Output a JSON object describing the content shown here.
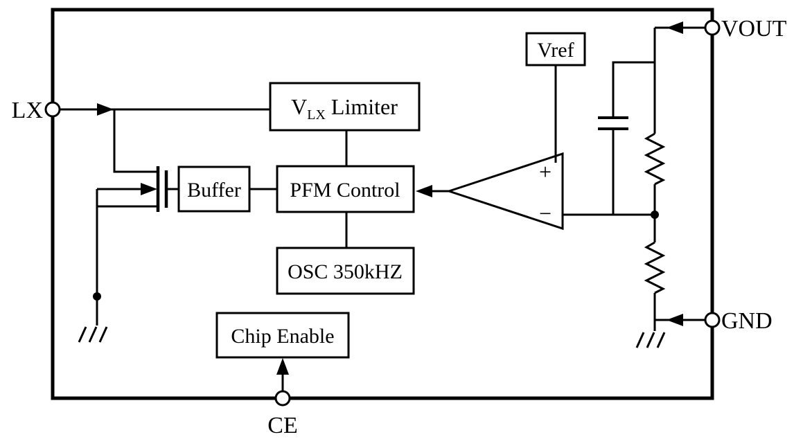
{
  "colors": {
    "stroke": "#000000",
    "background": "#ffffff"
  },
  "pins": {
    "lx": "LX",
    "vout": "VOUT",
    "gnd": "GND",
    "ce": "CE"
  },
  "blocks": {
    "vlx_limiter": {
      "v": "V",
      "sub": "LX",
      "rest": "Limiter"
    },
    "buffer": "Buffer",
    "pfm_control": "PFM Control",
    "osc": "OSC 350kHZ",
    "chip_enable": "Chip Enable",
    "vref": "Vref"
  },
  "comparator": {
    "plus": "+",
    "minus": "−"
  }
}
